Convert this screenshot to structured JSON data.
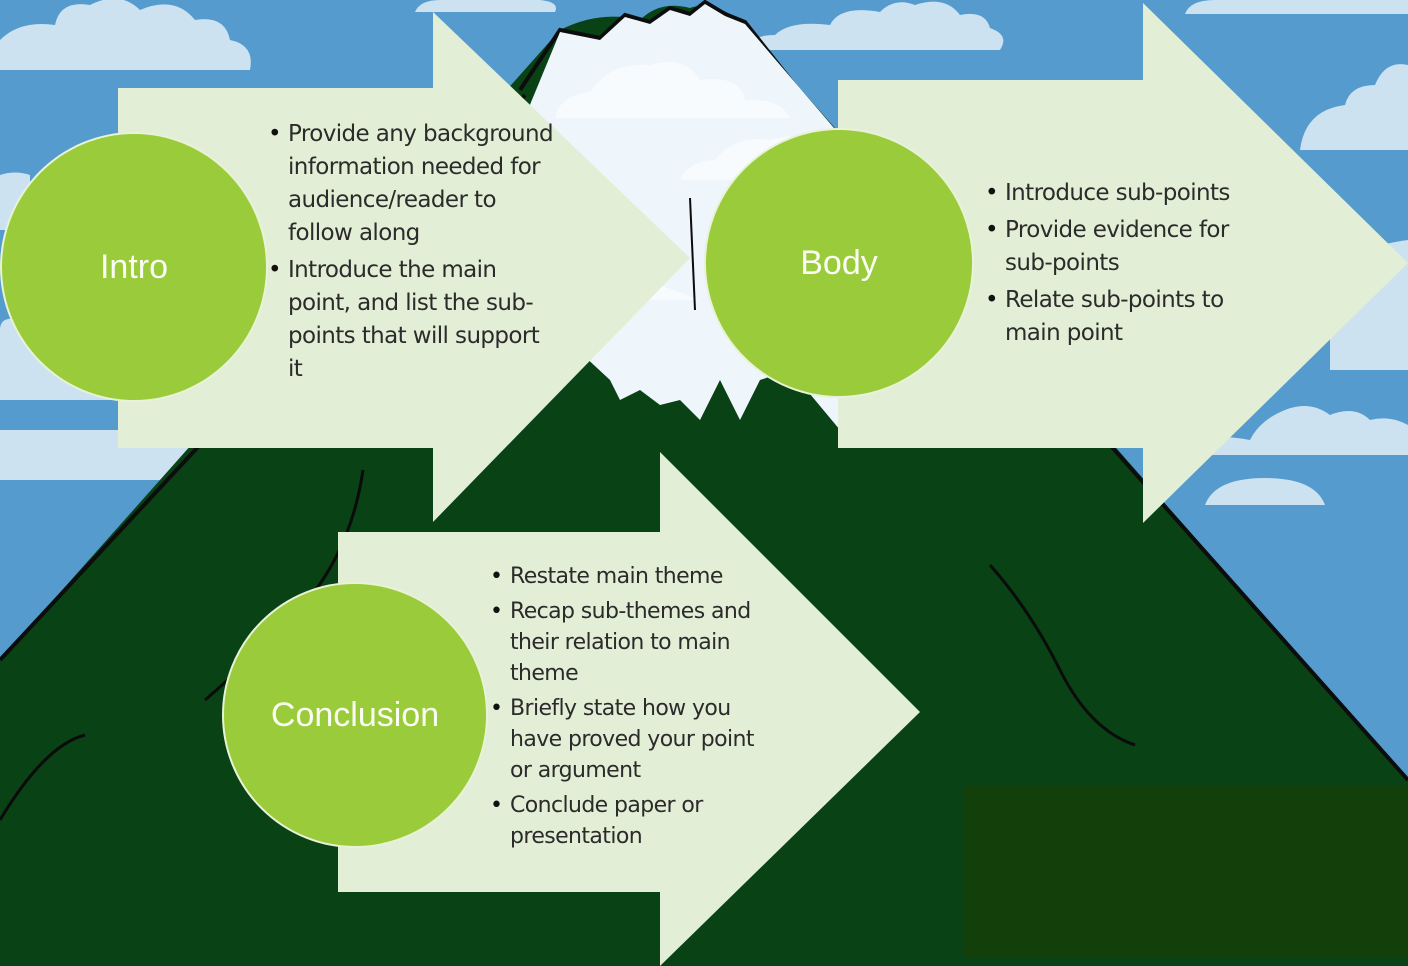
{
  "diagram": {
    "title": "",
    "colors": {
      "sky": "#559bcd",
      "cloud": "#cce2f0",
      "mountain": "#084215",
      "snow": "#eef5fb",
      "arrow": "#e2efd6",
      "circle": "#9acb3a",
      "circle_text": "#fbfdf5",
      "bullet_text": "#2b2b2b",
      "dark_patch": "#123f0a"
    },
    "stages": [
      {
        "label": "Intro",
        "bullets": [
          "Provide any background information needed for audience/reader to follow along",
          "Introduce the main point, and list the sub-points that will support it"
        ]
      },
      {
        "label": "Body",
        "bullets": [
          "Introduce sub-points",
          "Provide evidence for sub-points",
          "Relate sub-points to main point"
        ]
      },
      {
        "label": "Conclusion",
        "bullets": [
          "Restate main theme",
          "Recap sub-themes and their relation to main theme",
          "Briefly state how you have proved your point or argument",
          "Conclude paper or presentation"
        ]
      }
    ],
    "background": {
      "illustration": "mountain-with-snowcap-and-clouds"
    }
  }
}
